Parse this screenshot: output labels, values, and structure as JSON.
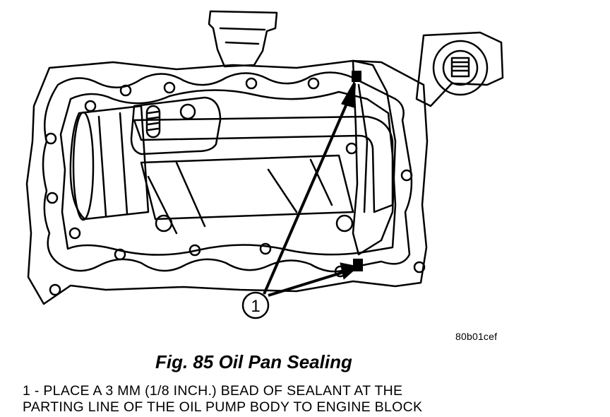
{
  "figure": {
    "code": "80b01cef",
    "title": "Fig. 85 Oil Pan Sealing",
    "callout_number": "1",
    "legend": [
      "1 - PLACE A 3 MM (1/8 INCH.) BEAD OF SEALANT AT THE",
      "PARTING LINE OF THE OIL PUMP BODY TO ENGINE BLOCK"
    ]
  },
  "colors": {
    "ink": "#000000",
    "paper": "#ffffff"
  },
  "icons": {
    "callout": "numbered-circle-callout",
    "sealant_marks": "filled-square-marker"
  }
}
